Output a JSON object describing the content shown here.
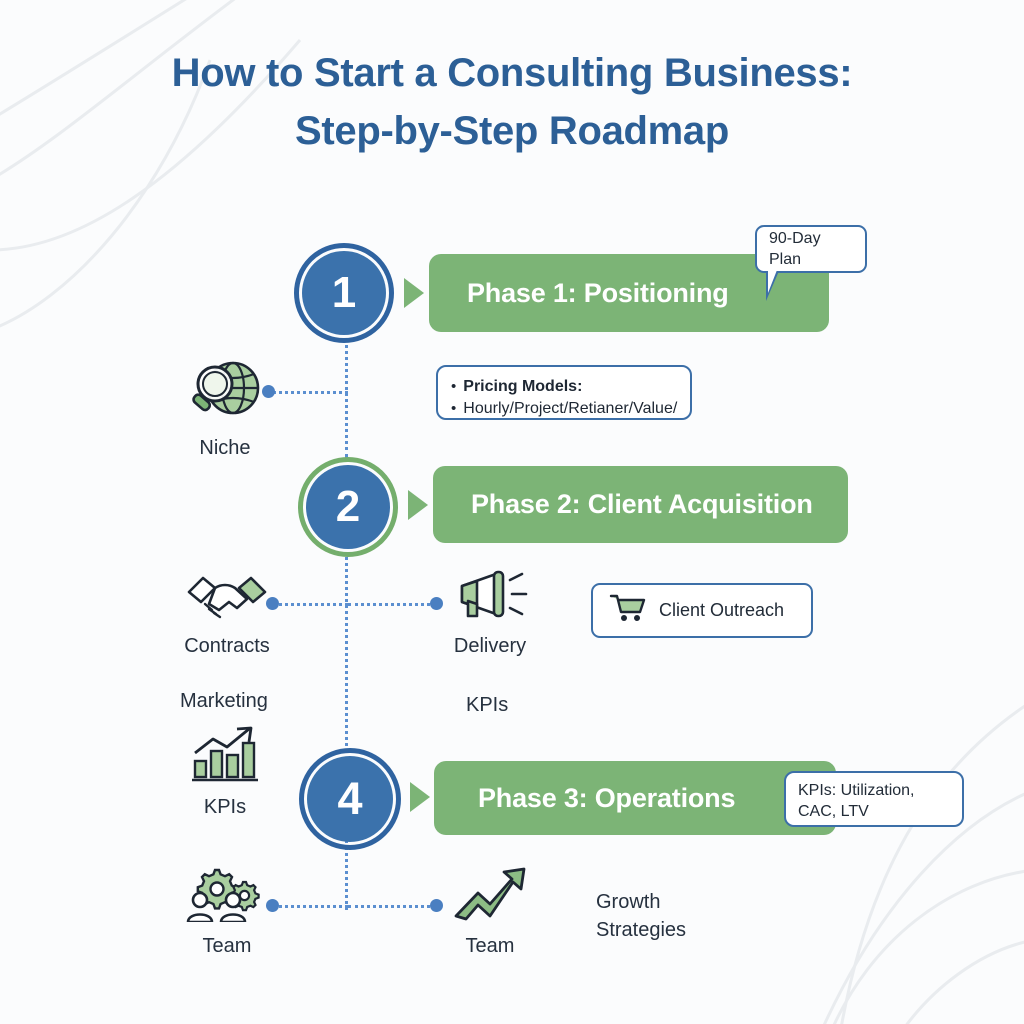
{
  "theme": {
    "background": "#fbfcfd",
    "title_color": "#2C5F96",
    "phase_bar_green": "#7CB476",
    "circle_blue": "#3B72AC",
    "ring_blue": "#2F63A0",
    "ring_green": "#74AE6C",
    "box_border_blue": "#3C6FA8",
    "connector_blue": "#5B8FD0",
    "label_color": "#26313F"
  },
  "title": {
    "line1": "How to Start a Consulting Business:",
    "line2": "Step-by-Step Roadmap"
  },
  "phases": [
    {
      "number": "1",
      "label": "Phase 1: Positioning",
      "ring": "blue"
    },
    {
      "number": "2",
      "label": "Phase 2: Client Acquisition",
      "ring": "green"
    },
    {
      "number": "4",
      "label": "Phase 3: Operations",
      "ring": "blue"
    }
  ],
  "callouts": {
    "ninety_day_plan": "90-Day Plan",
    "client_outreach": "Client Outreach",
    "kpi_metrics_line1": "KPIs: Utilization,",
    "kpi_metrics_line2": "CAC, LTV"
  },
  "pricing_box": {
    "bullet1": "Pricing Models:",
    "bullet2": "Hourly/Project/Retianer/Value/",
    "bullet_char": "•"
  },
  "icons": [
    {
      "name": "niche-globe-search-icon",
      "caption": "Niche"
    },
    {
      "name": "contracts-handshake-icon",
      "caption": "Contracts"
    },
    {
      "name": "delivery-megaphone-icon",
      "caption": "Delivery"
    },
    {
      "name": "kpis-bar-chart-icon",
      "caption": "KPIs"
    },
    {
      "name": "team-gears-people-icon",
      "caption": "Team"
    },
    {
      "name": "team-growth-arrow-icon",
      "caption": "Team"
    },
    {
      "name": "client-outreach-cart-icon",
      "caption": ""
    }
  ],
  "loose_labels": {
    "marketing": "Marketing",
    "kpis": "KPIs",
    "growth_line1": "Growth",
    "growth_line2": "Strategies"
  }
}
